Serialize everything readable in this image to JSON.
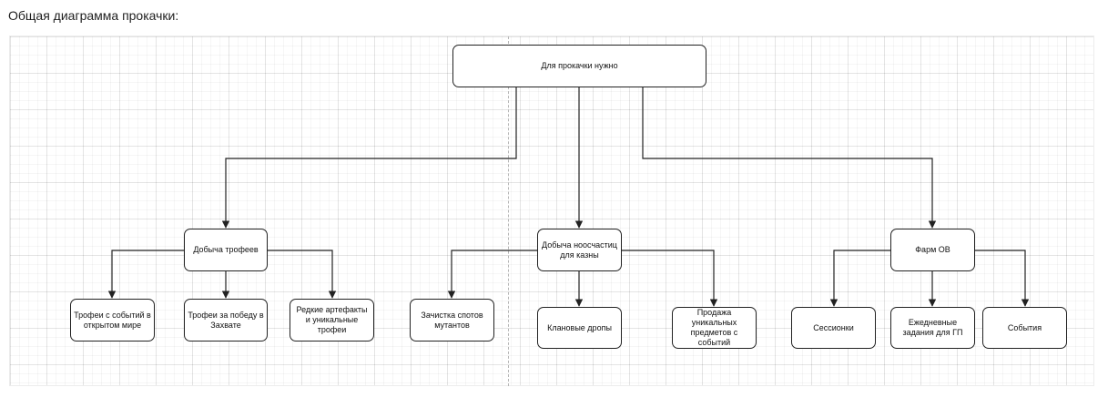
{
  "page": {
    "title": "Общая диаграмма прокачки:"
  },
  "diagram": {
    "line_color": "#222222",
    "grid_color": "#e6e6e6",
    "nodes": {
      "root": {
        "label": "Для прокачки нужно"
      },
      "trophies": {
        "label": "Добыча трофеев"
      },
      "noosparticles": {
        "label": "Добыча ноосчастиц для казны"
      },
      "farm_ov": {
        "label": "Фарм ОВ"
      },
      "event_trophies": {
        "label": "Трофеи с событий в открытом мире"
      },
      "capture_trophies": {
        "label": "Трофеи за победу в Захвате"
      },
      "rare_artifacts": {
        "label": "Редкие артефакты и уникальные трофеи"
      },
      "mutant_spots": {
        "label": "Зачистка спотов мутантов"
      },
      "clan_drops": {
        "label": "Клановые дропы"
      },
      "unique_items_sale": {
        "label": "Продажа уникальных предметов с событий"
      },
      "sessions": {
        "label": "Сессионки"
      },
      "daily_tasks": {
        "label": "Ежедневные задания для ГП"
      },
      "events": {
        "label": "События"
      }
    }
  }
}
